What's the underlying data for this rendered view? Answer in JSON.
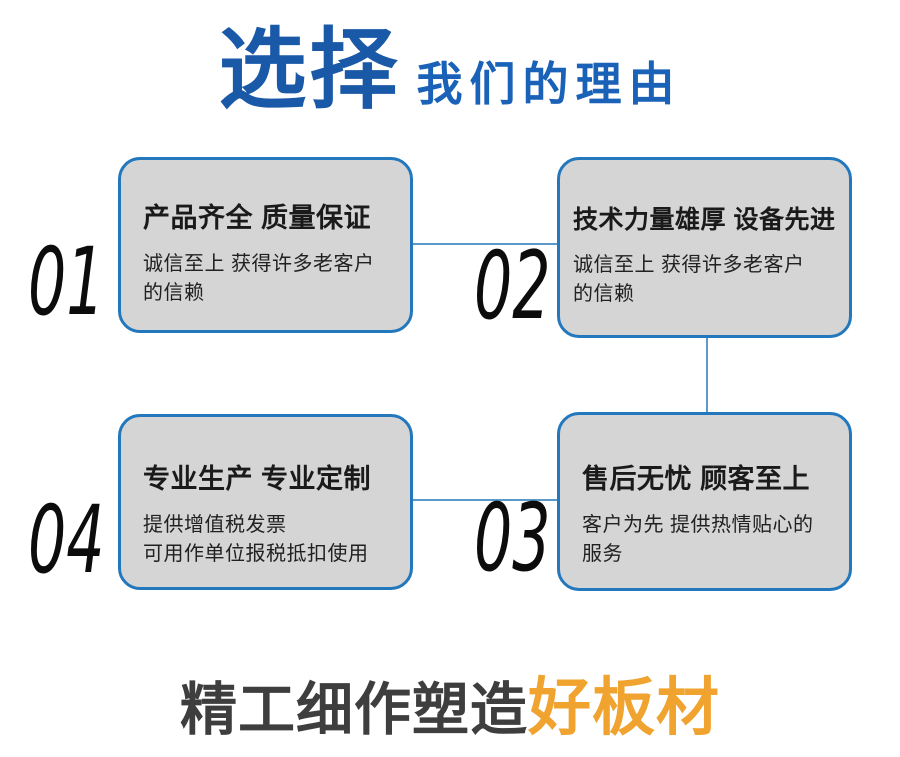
{
  "header": {
    "title_main": "选择",
    "title_sub": "我们的理由"
  },
  "cards": [
    {
      "number": "01",
      "title": "产品齐全 质量保证",
      "desc": "诚信至上 获得许多老客户\n的信赖"
    },
    {
      "number": "02",
      "title": "技术力量雄厚 设备先进",
      "desc": "诚信至上 获得许多老客户\n的信赖"
    },
    {
      "number": "03",
      "title": "售后无忧 顾客至上",
      "desc": "客户为先 提供热情贴心的\n服务"
    },
    {
      "number": "04",
      "title": "专业生产 专业定制",
      "desc": "提供增值税发票\n可用作单位报税抵扣使用"
    }
  ],
  "footer": {
    "slogan_main": "精工细作塑造",
    "slogan_accent": "好板材"
  },
  "colors": {
    "title_blue": "#1a58a8",
    "subtitle_blue": "#1a62b8",
    "card_border": "#2277bd",
    "card_background": "#d5d5d5",
    "connector_blue": "#5b9ac9",
    "slogan_dark": "#3e3e3e",
    "accent_orange": "#f0a32f"
  }
}
